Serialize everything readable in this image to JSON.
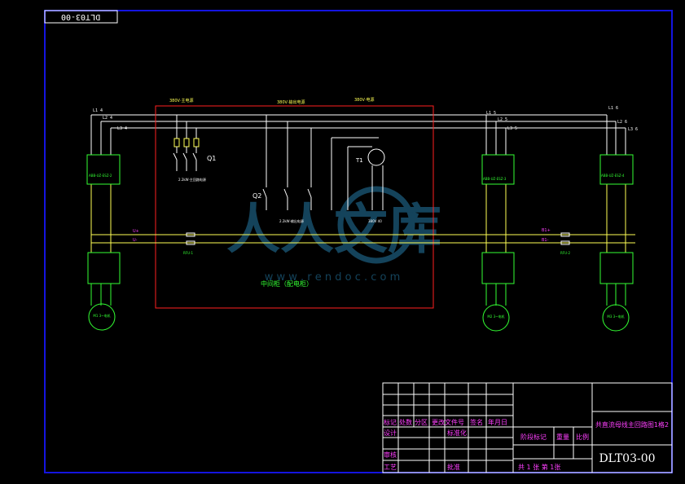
{
  "drawing": {
    "code_corner": "DLT03-00",
    "code": "DLT03-00",
    "title": "共直流母线主回路图1格2"
  },
  "buses": {
    "top": [
      "L1 4",
      "L2 4",
      "L3 4"
    ],
    "right_mid": [
      "L1 5",
      "L2 5",
      "L3 5"
    ],
    "right_end": [
      "L1 6",
      "L2 6",
      "L3 6"
    ],
    "dc_left": [
      "U+",
      "U-"
    ],
    "dc_right": [
      "B1+",
      "B1-"
    ]
  },
  "labels": {
    "left_rect_top": "380V·主电源",
    "mid_rect_top": "380V·输出电源",
    "right_rect_top": "380V·电源",
    "q1": "Q1",
    "q2": "Q2",
    "t1": "T1",
    "q1_sub": "2.2kW·\n主回路电源",
    "t1_rating": "380V 40",
    "q2_sub": "2.2kW·\n输出电源",
    "cabinet": "中间柜（配电柜）",
    "fuse_left": "RFU-1",
    "fuse_right": "RFU-2",
    "watermark_a": "人人文库",
    "watermark_b": "w w w . r e n d o c . c o m",
    "rect1": "ABB-UZ-ESZ-2",
    "rect2": "ABB-UZ-ESZ-3",
    "rect3": "ABB-UZ-ESZ-4",
    "motor1": "M1\n3~电机",
    "motor2": "M2\n3~电机",
    "motor3": "M3\n3~电机"
  },
  "titleblock": {
    "row_headers": [
      "标记",
      "处数",
      "分区",
      "更改文件号",
      "签名",
      "年月日"
    ],
    "design": "设计",
    "standard": "标准化",
    "review": "审核",
    "process": "工艺",
    "approve": "批准",
    "stage": "阶段标记",
    "weight": "重量",
    "ratio": "比例",
    "total": "共 1 张 第 1张"
  },
  "colors": {
    "frame": "#1414e0",
    "white": "#ffffff",
    "green": "#33ff33",
    "yellow": "#ffff55",
    "red": "#ff2020",
    "magenta": "#ff40ff",
    "watermark": "#1b5a7a"
  }
}
